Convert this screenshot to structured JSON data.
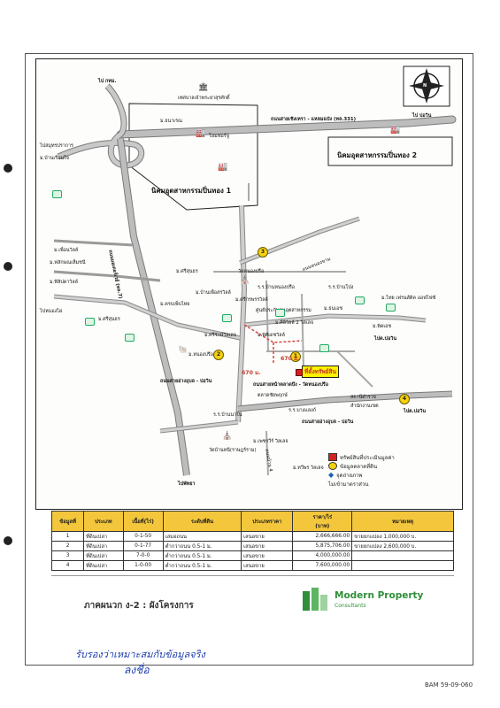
{
  "map": {
    "compass_letter": "N",
    "labels": {
      "bangkok": "ไป กทม.",
      "samut_prakan": "ไปสมุทรปราการ",
      "bang_bo_top": "ไป บ่อวิน",
      "highway_331": "ถนนสายเชิงเทรา - แหลมฉบัง (ทล.331)",
      "highway_7": "ถนนมอเตอร์เวย์ (ทล.7)",
      "estate_1": "นิคมอุตสาหกรรมปิ่นทอง 1",
      "estate_2": "นิคมอุตสาหกรรมปิ่นทอง 2",
      "school_top": "เทศบาลเจ้าพระยาสุรศักดิ์",
      "village_a": "ม.ธนาเรณ",
      "home_mart": "โฮมฟอร์จู",
      "village_b": "ม.บ้านเรือนใจ",
      "village_c": "ม.เพื่อนวิลล์",
      "village_d": "ม.ฟลักษณเห็มชนี",
      "village_e": "ม.ฟิลิปดาวิลล์",
      "village_f": "ม.ศรีสุนธร",
      "village_g": "ม.ครบเพ็บไทย",
      "village_h": "ม.ศรีสุนธร",
      "village_i": "ม.บ้านเพื่อสรวิลล์",
      "village_j": "ม.ศรีกรพรรวิลล์",
      "village_k": "ม.ศิลิวิลล์ 2 วิลเลจ",
      "village_l": "ม.พิศิเดชวิลล์",
      "village_m": "ม.ศรีรักษ์วิลเลจ",
      "village_n": "ม.ธนเอช",
      "village_o": "ม.เพชรวีร์ วิลเลจ",
      "village_p": "ม.ไทย เฟรนส์ดิค ออฟไฟซ์",
      "village_q": "ม.พิดเอช",
      "temple_1": "วัดหนองปรือ",
      "school_1": "ร.ร.บ้านหนองปรือ",
      "school_2": "ร.ร.บ้านโป่ง",
      "school_3": "ร.ร.บ้านนาใน",
      "hospital": "ศูนย์ประกันตนอุตสาหกรรม",
      "market": "ตลาดชัยพฤกษ์",
      "temple_2": "วัดบ้านหนี(ราษฎร์ราม)",
      "gas": "ร.ร.บางแลงก์",
      "village_10": "ม.หนองปรือ 10",
      "bang_bo_mid": "ไปต.บ่อวิน",
      "bang_bo_low": "ไปต.บ่อวิน",
      "lamphun": "ไปหนองไผ่",
      "chonburi": "ไปชลบุรี",
      "pattaya": "ไปพัทยา",
      "road_a": "ถนนสายอ่างอุบล - บ่อวิน",
      "road_b": "ถนนสายหน้าตลาดบึง - วัดหนองปรือ",
      "road_c": "ถนนสายอ่างอุบล - บ่อวิน",
      "road_d": "ถนนหนองขาม",
      "subject": "ที่ตั้งทรัพย์สิน",
      "dist_1": "670 ม.",
      "dist_2": "670 ม.",
      "police": "สถานีตำรวจ",
      "office": "สำนักงานเขต",
      "village_r": "ม.ทวีพร วิลเลจ",
      "road_e": "ถนนบ้าน 4",
      "num_1": "1",
      "num_2": "2",
      "num_3": "3",
      "num_4": "4"
    },
    "legend": {
      "subject": "ทรัพย์สินที่ประเมินมูลค่า",
      "comparables": "ข้อมูลตลาดที่ดิน",
      "photo": "จุดถ่ายภาพ",
      "scale": "ไม่เข้ามาตราส่วน"
    }
  },
  "table": {
    "headers": [
      "ข้อมูลที่",
      "ประเภท",
      "เนื้อที่(ไร่)",
      "ระดับที่ดิน",
      "ประเภทราคา",
      "ราคา/ไร่\n(บาท)",
      "หมายเหตุ"
    ],
    "rows": [
      [
        "1",
        "ที่ดินเปล่า",
        "0-1-50",
        "เสมอถนน",
        "เสนอขาย",
        "2,666,666.00",
        "ขายยกแปลง 1,000,000 บ."
      ],
      [
        "2",
        "ที่ดินเปล่า",
        "0-1-77",
        "ต่ำกว่าถนน 0.5-1 ม.",
        "เสนอขาย",
        "5,875,706.00",
        "ขายยกแปลง 2,600,000 บ."
      ],
      [
        "3",
        "ที่ดินเปล่า",
        "7-0-0",
        "ต่ำกว่าถนน 0.5-1 ม.",
        "เสนอขาย",
        "4,000,000.00",
        ""
      ],
      [
        "4",
        "ที่ดินเปล่า",
        "1-0-00",
        "ต่ำกว่าถนน 0.5-1 ม.",
        "เสนอขาย",
        "7,600,000.00",
        ""
      ]
    ]
  },
  "footer": {
    "caption": "ภาคผนวก ง-2 : ผังโครงการ",
    "company": "Modern Property",
    "company_sub": "Consultants",
    "report_code": "BAM 59-09-060",
    "handwriting_1": "รับรองว่าเหมาะสมกับข้อมูลจริง",
    "handwriting_2": "ลงชื่อ"
  },
  "colors": {
    "road": "#b3b3b3",
    "road_edge": "#7a7a7a",
    "major_road": "#8a8a8a",
    "route": "#d64545",
    "table_header": "#f3c63c",
    "logo_green": "#2f8f3a",
    "ink_blue": "#1e3fae"
  }
}
